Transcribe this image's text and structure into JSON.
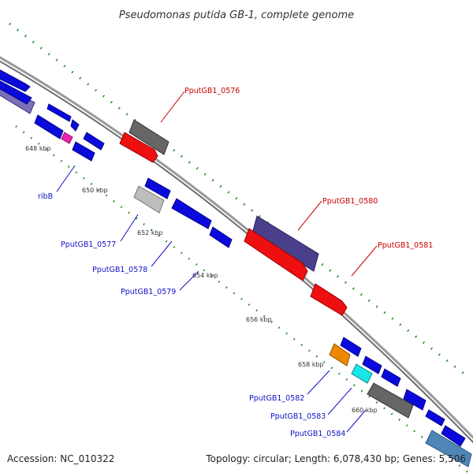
{
  "title": "Pseudomonas putida GB-1, complete genome",
  "footer": {
    "accession": "Accession: NC_010322",
    "summary": "Topology: circular; Length: 6,078,430 bp; Genes: 5,506"
  },
  "ticks": [
    "648 kbp",
    "650 kbp",
    "652 kbp",
    "654 kbp",
    "656 kbp",
    "658 kbp",
    "660 kbp"
  ],
  "labels": {
    "ribB": "ribB",
    "g0576": "PputGB1_0576",
    "g0577": "PputGB1_0577",
    "g0578": "PputGB1_0578",
    "g0579": "PputGB1_0579",
    "g0580": "PputGB1_0580",
    "g0581": "PputGB1_0581",
    "g0582": "PputGB1_0582",
    "g0583": "PputGB1_0583",
    "g0584": "PputGB1_0584"
  },
  "colors": {
    "blue_gene": "#0a0adc",
    "red_gene": "#ee1010",
    "gray_gene": "#666666",
    "light_gray_gene": "#bdbdbd",
    "slate_gene": "#4a3f8a",
    "orange_gene": "#ee8800",
    "cyan_gene": "#19e6e6",
    "magenta_gene": "#ee22aa",
    "steelblue_gene": "#4f86b8",
    "backbone": "#8a8a8a",
    "tick": "#1a8c1a",
    "label_blue": "#1010c8",
    "label_red": "#cc0000"
  }
}
